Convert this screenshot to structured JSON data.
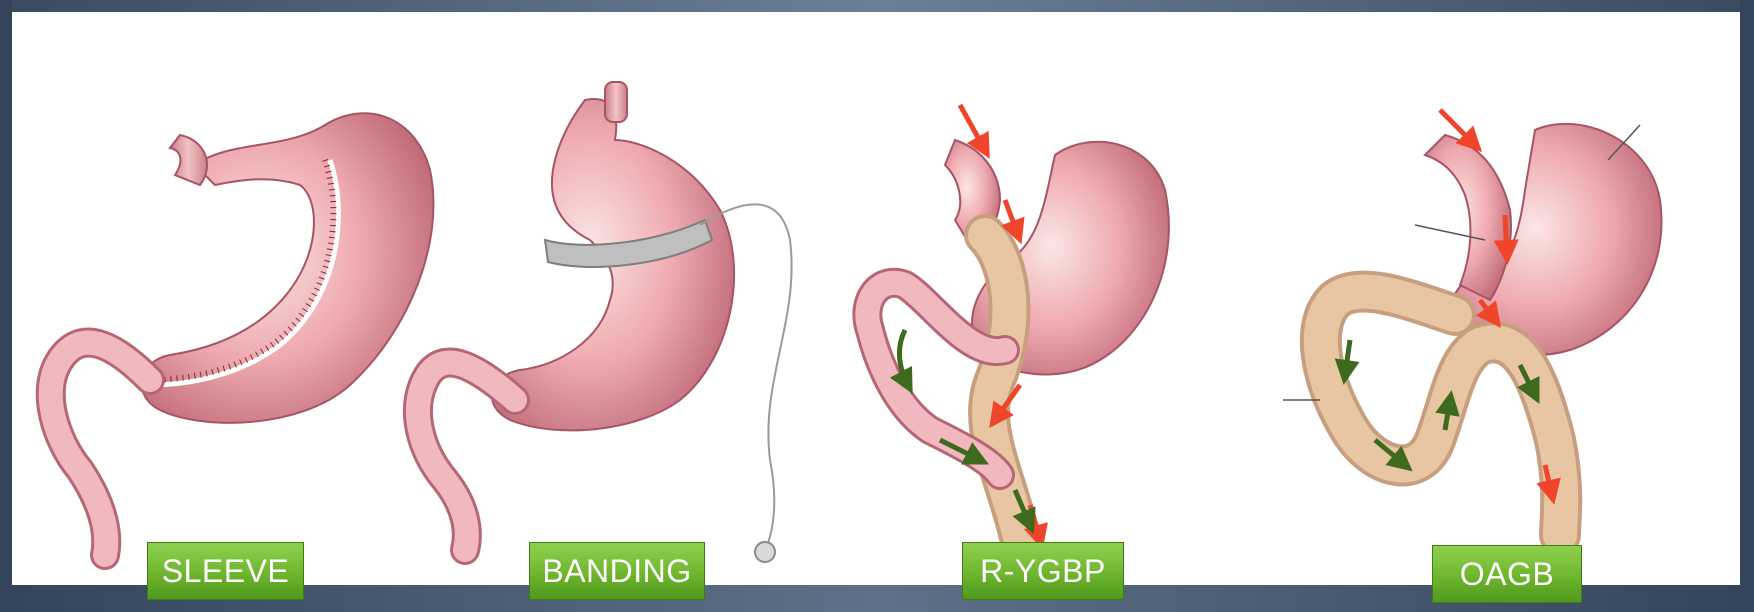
{
  "labels": {
    "sleeve": "SLEEVE",
    "banding": "BANDING",
    "rygbp": "R-YGBP",
    "oagb": "OAGB"
  },
  "colors": {
    "stomach": "#e79aa3",
    "stomach_dark": "#b85a6a",
    "intestine_route": "#e8c6a3",
    "arrow_red": "#f0452a",
    "arrow_green": "#3e6a1e",
    "label_green": "#6fb52e",
    "frame": "#3d4d63"
  }
}
